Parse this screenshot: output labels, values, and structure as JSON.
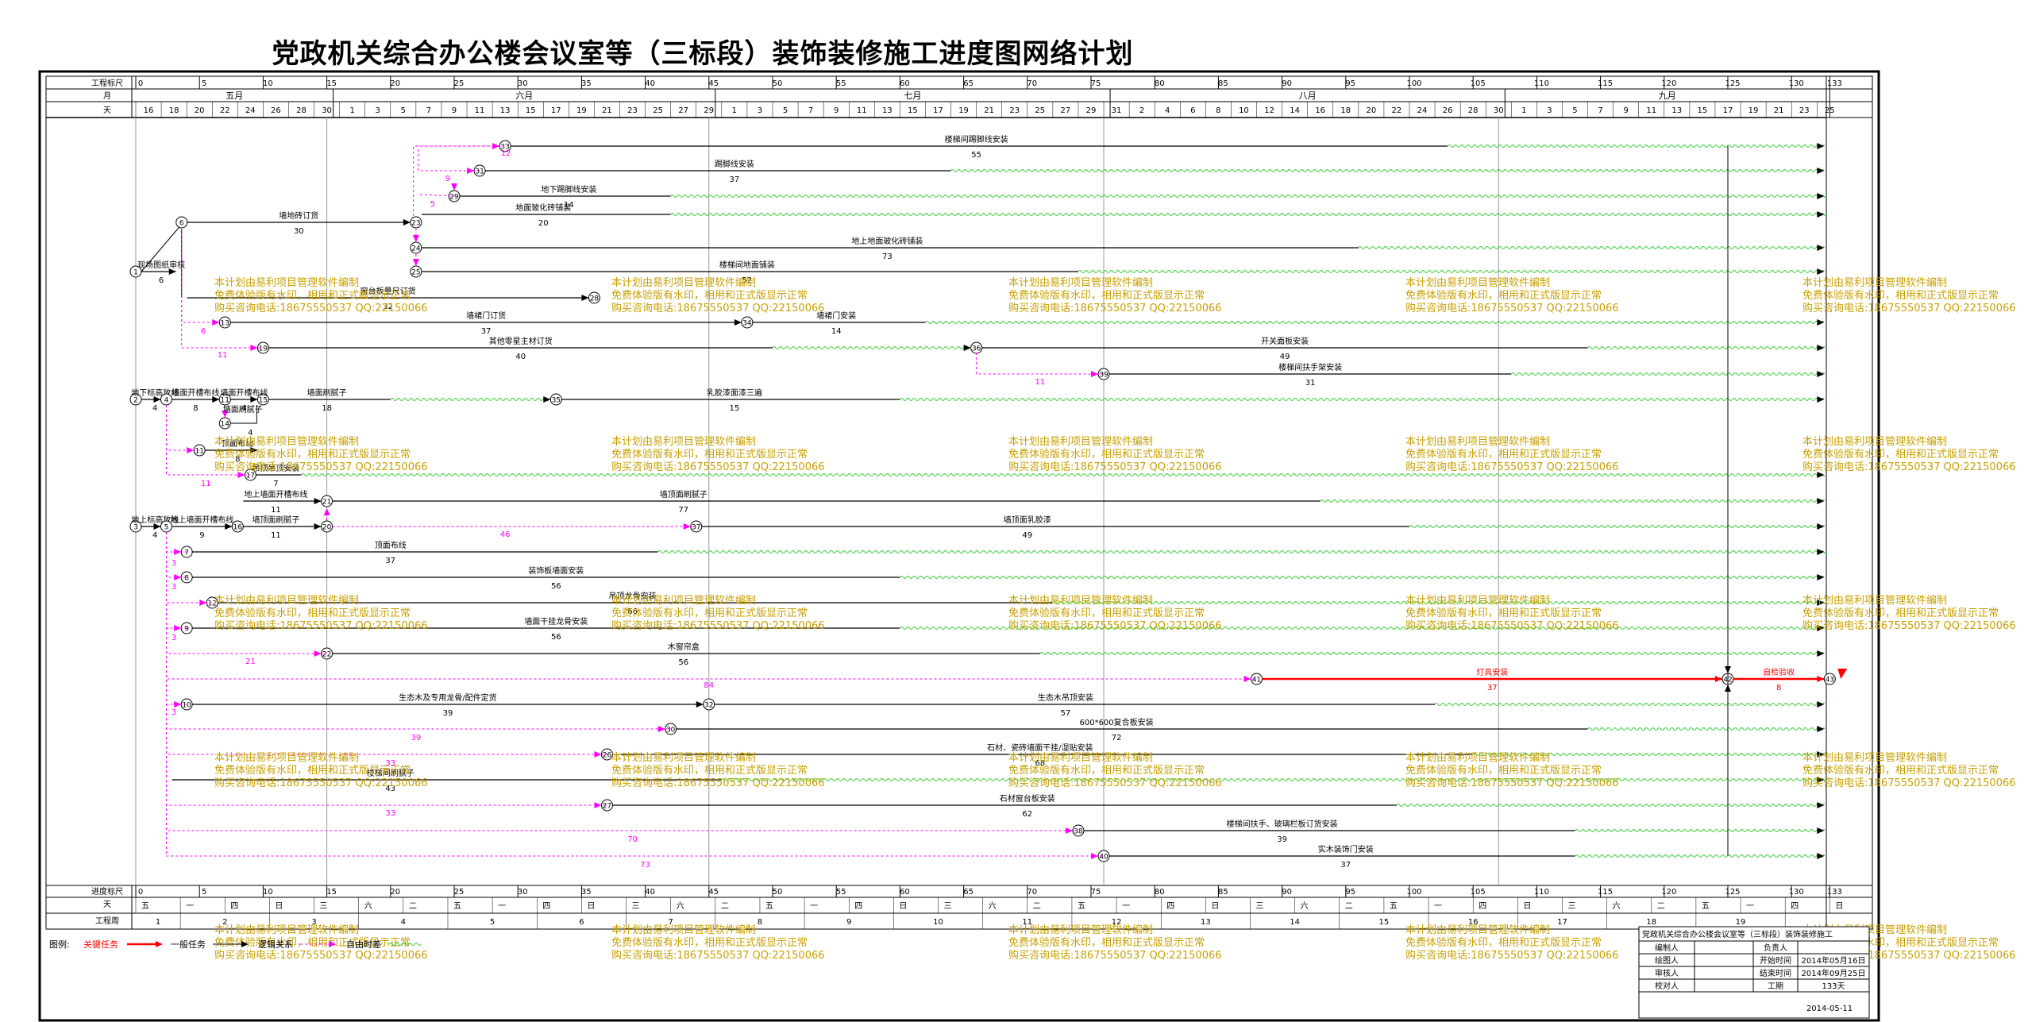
{
  "title": "党政机关综合办公楼会议室等（三标段）装饰装修施工进度图网络计划",
  "header_labels": {
    "scale": "工程标尺",
    "month": "月",
    "day": "天",
    "progress_scale": "进度标尺",
    "week": "工程周"
  },
  "scale_ticks": [
    "0",
    "5",
    "10",
    "15",
    "20",
    "25",
    "30",
    "35",
    "40",
    "45",
    "50",
    "55",
    "60",
    "65",
    "70",
    "75",
    "80",
    "85",
    "90",
    "95",
    "100",
    "105",
    "110",
    "115",
    "120",
    "125",
    "130",
    "133"
  ],
  "months": [
    "五月",
    "六月",
    "七月",
    "八月",
    "九月"
  ],
  "days": [
    "16",
    "18",
    "20",
    "22",
    "24",
    "26",
    "28",
    "30",
    "1",
    "3",
    "5",
    "7",
    "9",
    "11",
    "13",
    "15",
    "17",
    "19",
    "21",
    "23",
    "25",
    "27",
    "29",
    "1",
    "3",
    "5",
    "7",
    "9",
    "11",
    "13",
    "15",
    "17",
    "19",
    "21",
    "23",
    "25",
    "27",
    "29",
    "31",
    "2",
    "4",
    "6",
    "8",
    "10",
    "12",
    "14",
    "16",
    "18",
    "20",
    "22",
    "24",
    "26",
    "28",
    "30",
    "1",
    "3",
    "5",
    "7",
    "9",
    "11",
    "13",
    "15",
    "17",
    "19",
    "21",
    "23",
    "25"
  ],
  "weekdays": [
    "五",
    "一",
    "四",
    "日",
    "三",
    "六",
    "二",
    "五",
    "一",
    "四",
    "日",
    "三",
    "六",
    "二",
    "五",
    "一",
    "四",
    "日",
    "三",
    "六",
    "二",
    "五",
    "一",
    "四",
    "日",
    "三",
    "六",
    "二",
    "五",
    "一",
    "四",
    "日",
    "三",
    "六",
    "二",
    "五",
    "一",
    "四",
    "日"
  ],
  "weeks": [
    "1",
    "2",
    "3",
    "4",
    "5",
    "6",
    "7",
    "8",
    "9",
    "10",
    "11",
    "12",
    "13",
    "14",
    "15",
    "16",
    "17",
    "18",
    "19"
  ],
  "colors": {
    "critical": "#ff0000",
    "normal": "#000000",
    "dummy": "#ff00ff",
    "free_float": "#33cc33",
    "watermark": "#c8a000"
  },
  "watermark": [
    "本计划由易利项目管理软件编制",
    "免费体验版有水印，相用和正式版显示正常",
    "购买咨询电话:18675550537 QQ:22150066"
  ],
  "tasks": [
    {
      "label": "现场图纸审核",
      "duration": "6"
    },
    {
      "label": "地下标高放线",
      "duration": "4"
    },
    {
      "label": "地上标高放线",
      "duration": "4"
    },
    {
      "label": "墙地砖订货",
      "duration": "30"
    },
    {
      "label": "窗台板量尺订货",
      "duration": "32"
    },
    {
      "label": "墙面开槽布线",
      "duration": "8"
    },
    {
      "label": "墙面开槽布线",
      "duration": "4"
    },
    {
      "label": "墙面刷腻子",
      "duration": "4"
    },
    {
      "label": "墙面刷腻子",
      "duration": "18"
    },
    {
      "label": "乳胶漆面漆三遍",
      "duration": "15"
    },
    {
      "label": "顶面布线",
      "duration": "8"
    },
    {
      "label": "吊顶吊顶安装",
      "duration": "7"
    },
    {
      "label": "地上墙面开槽布线",
      "duration": "9"
    },
    {
      "label": "地上墙面开槽布线",
      "duration": "11"
    },
    {
      "label": "墙顶面刷腻子",
      "duration": "11"
    },
    {
      "label": "墙顶面刷腻子",
      "duration": "77"
    },
    {
      "label": "墙顶面乳胶漆",
      "duration": "49"
    },
    {
      "label": "顶面布线",
      "duration": "37"
    },
    {
      "label": "装饰板墙面安装",
      "duration": "56"
    },
    {
      "label": "吊顶龙骨安装",
      "duration": "66"
    },
    {
      "label": "墙面干挂龙骨安装",
      "duration": "56"
    },
    {
      "label": "木窗帘盒",
      "duration": "56"
    },
    {
      "label": "灯具安装",
      "duration": "37"
    },
    {
      "label": "自检验收",
      "duration": "8"
    },
    {
      "label": "生态木及专用龙骨/配件定货",
      "duration": "39"
    },
    {
      "label": "生态木吊顶安装",
      "duration": "57"
    },
    {
      "label": "600*600复合板安装",
      "duration": "72"
    },
    {
      "label": "石材、瓷砖墙面干挂/湿贴安装",
      "duration": "68"
    },
    {
      "label": "楼梯间刷腻子",
      "duration": "43"
    },
    {
      "label": "石材窗台板安装",
      "duration": "62"
    },
    {
      "label": "楼梯间扶手、玻璃栏板订货安装",
      "duration": "39"
    },
    {
      "label": "实木装饰门安装",
      "duration": "37"
    },
    {
      "label": "楼梯间踢脚线安装",
      "duration": "55"
    },
    {
      "label": "踢脚线安装",
      "duration": "37"
    },
    {
      "label": "地下踢脚线安装",
      "duration": "14"
    },
    {
      "label": "地面玻化砖铺装",
      "duration": "20"
    },
    {
      "label": "地上地面玻化砖铺装",
      "duration": "73"
    },
    {
      "label": "楼梯间地面铺装",
      "duration": "52"
    },
    {
      "label": "墙裙门订货",
      "duration": "37"
    },
    {
      "label": "墙裙门安装",
      "duration": "14"
    },
    {
      "label": "其他零星主材订货",
      "duration": "40"
    },
    {
      "label": "开关面板安装",
      "duration": "49"
    },
    {
      "label": "楼梯间扶手架安装",
      "duration": "31"
    }
  ],
  "dummy_labels": [
    "12",
    "9",
    "5",
    "6",
    "11",
    "11",
    "11",
    "46",
    "3",
    "3",
    "3",
    "3",
    "21",
    "84",
    "3",
    "39",
    "33",
    "33",
    "70",
    "73"
  ],
  "legend": {
    "label": "图例:",
    "critical": "关键任务",
    "normal": "一般任务",
    "dummy": "逻辑关系",
    "float": "自由时差"
  },
  "titleblock": {
    "project": "党政机关综合办公楼会议室等（三标段）装饰装修施工",
    "rows": [
      {
        "k1": "编制人",
        "v1": "",
        "k2": "负责人",
        "v2": ""
      },
      {
        "k1": "绘图人",
        "v1": "",
        "k2": "开始时间",
        "v2": "2014年05月16日"
      },
      {
        "k1": "审核人",
        "v1": "",
        "k2": "结束时间",
        "v2": "2014年09月25日"
      },
      {
        "k1": "校对人",
        "v1": "",
        "k2": "工期",
        "v2": "133天"
      }
    ],
    "date": "2014-05-11"
  }
}
